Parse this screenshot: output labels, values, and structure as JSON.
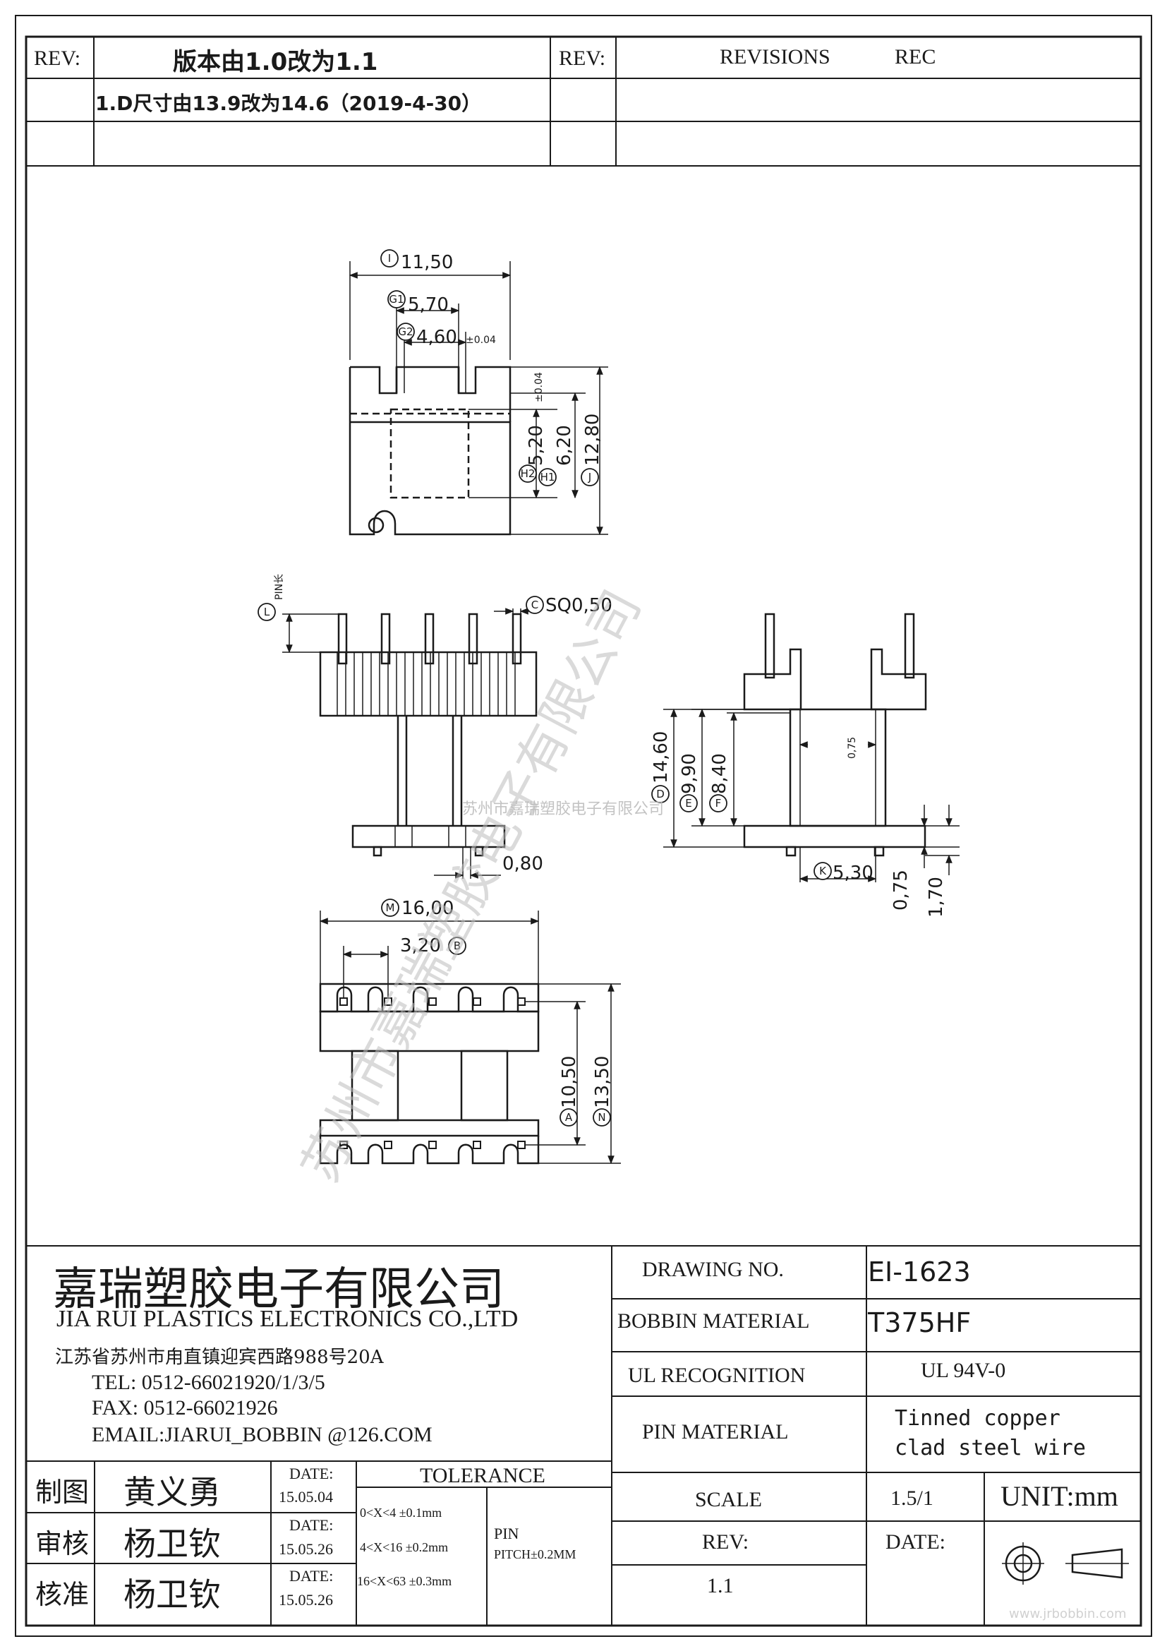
{
  "revision_block": {
    "rev_label_left": "REV:",
    "change_title": "版本由1.0改为1.1",
    "change_note": "1.D尺寸由13.9改为14.6（2019-4-30）",
    "rev_label_right": "REV:",
    "revisions_label": "REVISIONS",
    "rec_label": "REC"
  },
  "dimensions": {
    "I": "11,50",
    "G1": "5,70",
    "G2": "4,60",
    "G2_tol": "±0.04",
    "H2": "5,20",
    "H2_tol": "±0.04",
    "H1": "6,20",
    "J": "12,80",
    "L": "PIN长",
    "C": "SQ0,50",
    "pin_width": "0,80",
    "D": "14,60",
    "E": "9,90",
    "F": "8,40",
    "wall": "0,75",
    "K": "5,30",
    "base_075": "0,75",
    "base_170": "1,70",
    "M": "16,00",
    "B": "3,20",
    "A": "10,50",
    "N": "13,50"
  },
  "callouts": {
    "I": "I",
    "G1": "G1",
    "G2": "G2",
    "H2": "H2",
    "H1": "H1",
    "J": "J",
    "L": "L",
    "C": "C",
    "D": "D",
    "E": "E",
    "F": "F",
    "K": "K",
    "M": "M",
    "B": "B",
    "A": "A",
    "N": "N"
  },
  "watermark": {
    "diagonal": "苏州市嘉瑞塑胶电子有限公司",
    "center": "苏州市嘉瑞塑胶电子有限公司",
    "footer": "www.jrbobbin.com"
  },
  "company": {
    "name_cn": "嘉瑞塑胶电子有限公司",
    "name_en": "JIA RUI PLASTICS ELECTRONICS CO.,LTD",
    "address": "江苏省苏州市甪直镇迎宾西路988号20A",
    "tel": "TEL:  0512-66021920/1/3/5",
    "fax": "FAX:  0512-66021926",
    "email": "EMAIL:JIARUI_BOBBIN @126.COM"
  },
  "approvals": [
    {
      "role": "制图",
      "name": "黄义勇",
      "date_label": "DATE:",
      "date": "15.05.04"
    },
    {
      "role": "审核",
      "name": "杨卫钦",
      "date_label": "DATE:",
      "date": "15.05.26"
    },
    {
      "role": "核准",
      "name": "杨卫钦",
      "date_label": "DATE:",
      "date": "15.05.26"
    }
  ],
  "tolerance": {
    "title": "TOLERANCE",
    "rows": [
      "0<X<4  ±0.1mm",
      "4<X<16 ±0.2mm",
      "16<X<63 ±0.3mm"
    ],
    "pin_label": "PIN",
    "pin_pitch": "PITCH±0.2MM"
  },
  "spec": {
    "drawing_no_label": "DRAWING  NO.",
    "drawing_no": "EI-1623",
    "bobbin_material_label": "BOBBIN  MATERIAL",
    "bobbin_material": "T375HF",
    "ul_label": "UL RECOGNITION",
    "ul_value": "UL 94V-0",
    "pin_material_label": "PIN MATERIAL",
    "pin_material_1": "Tinned copper",
    "pin_material_2": "clad steel wire",
    "scale_label": "SCALE",
    "scale_value": "1.5/1",
    "rev_label": "REV:",
    "rev_value": "1.1",
    "date_label": "DATE:",
    "unit": "UNIT:mm"
  }
}
